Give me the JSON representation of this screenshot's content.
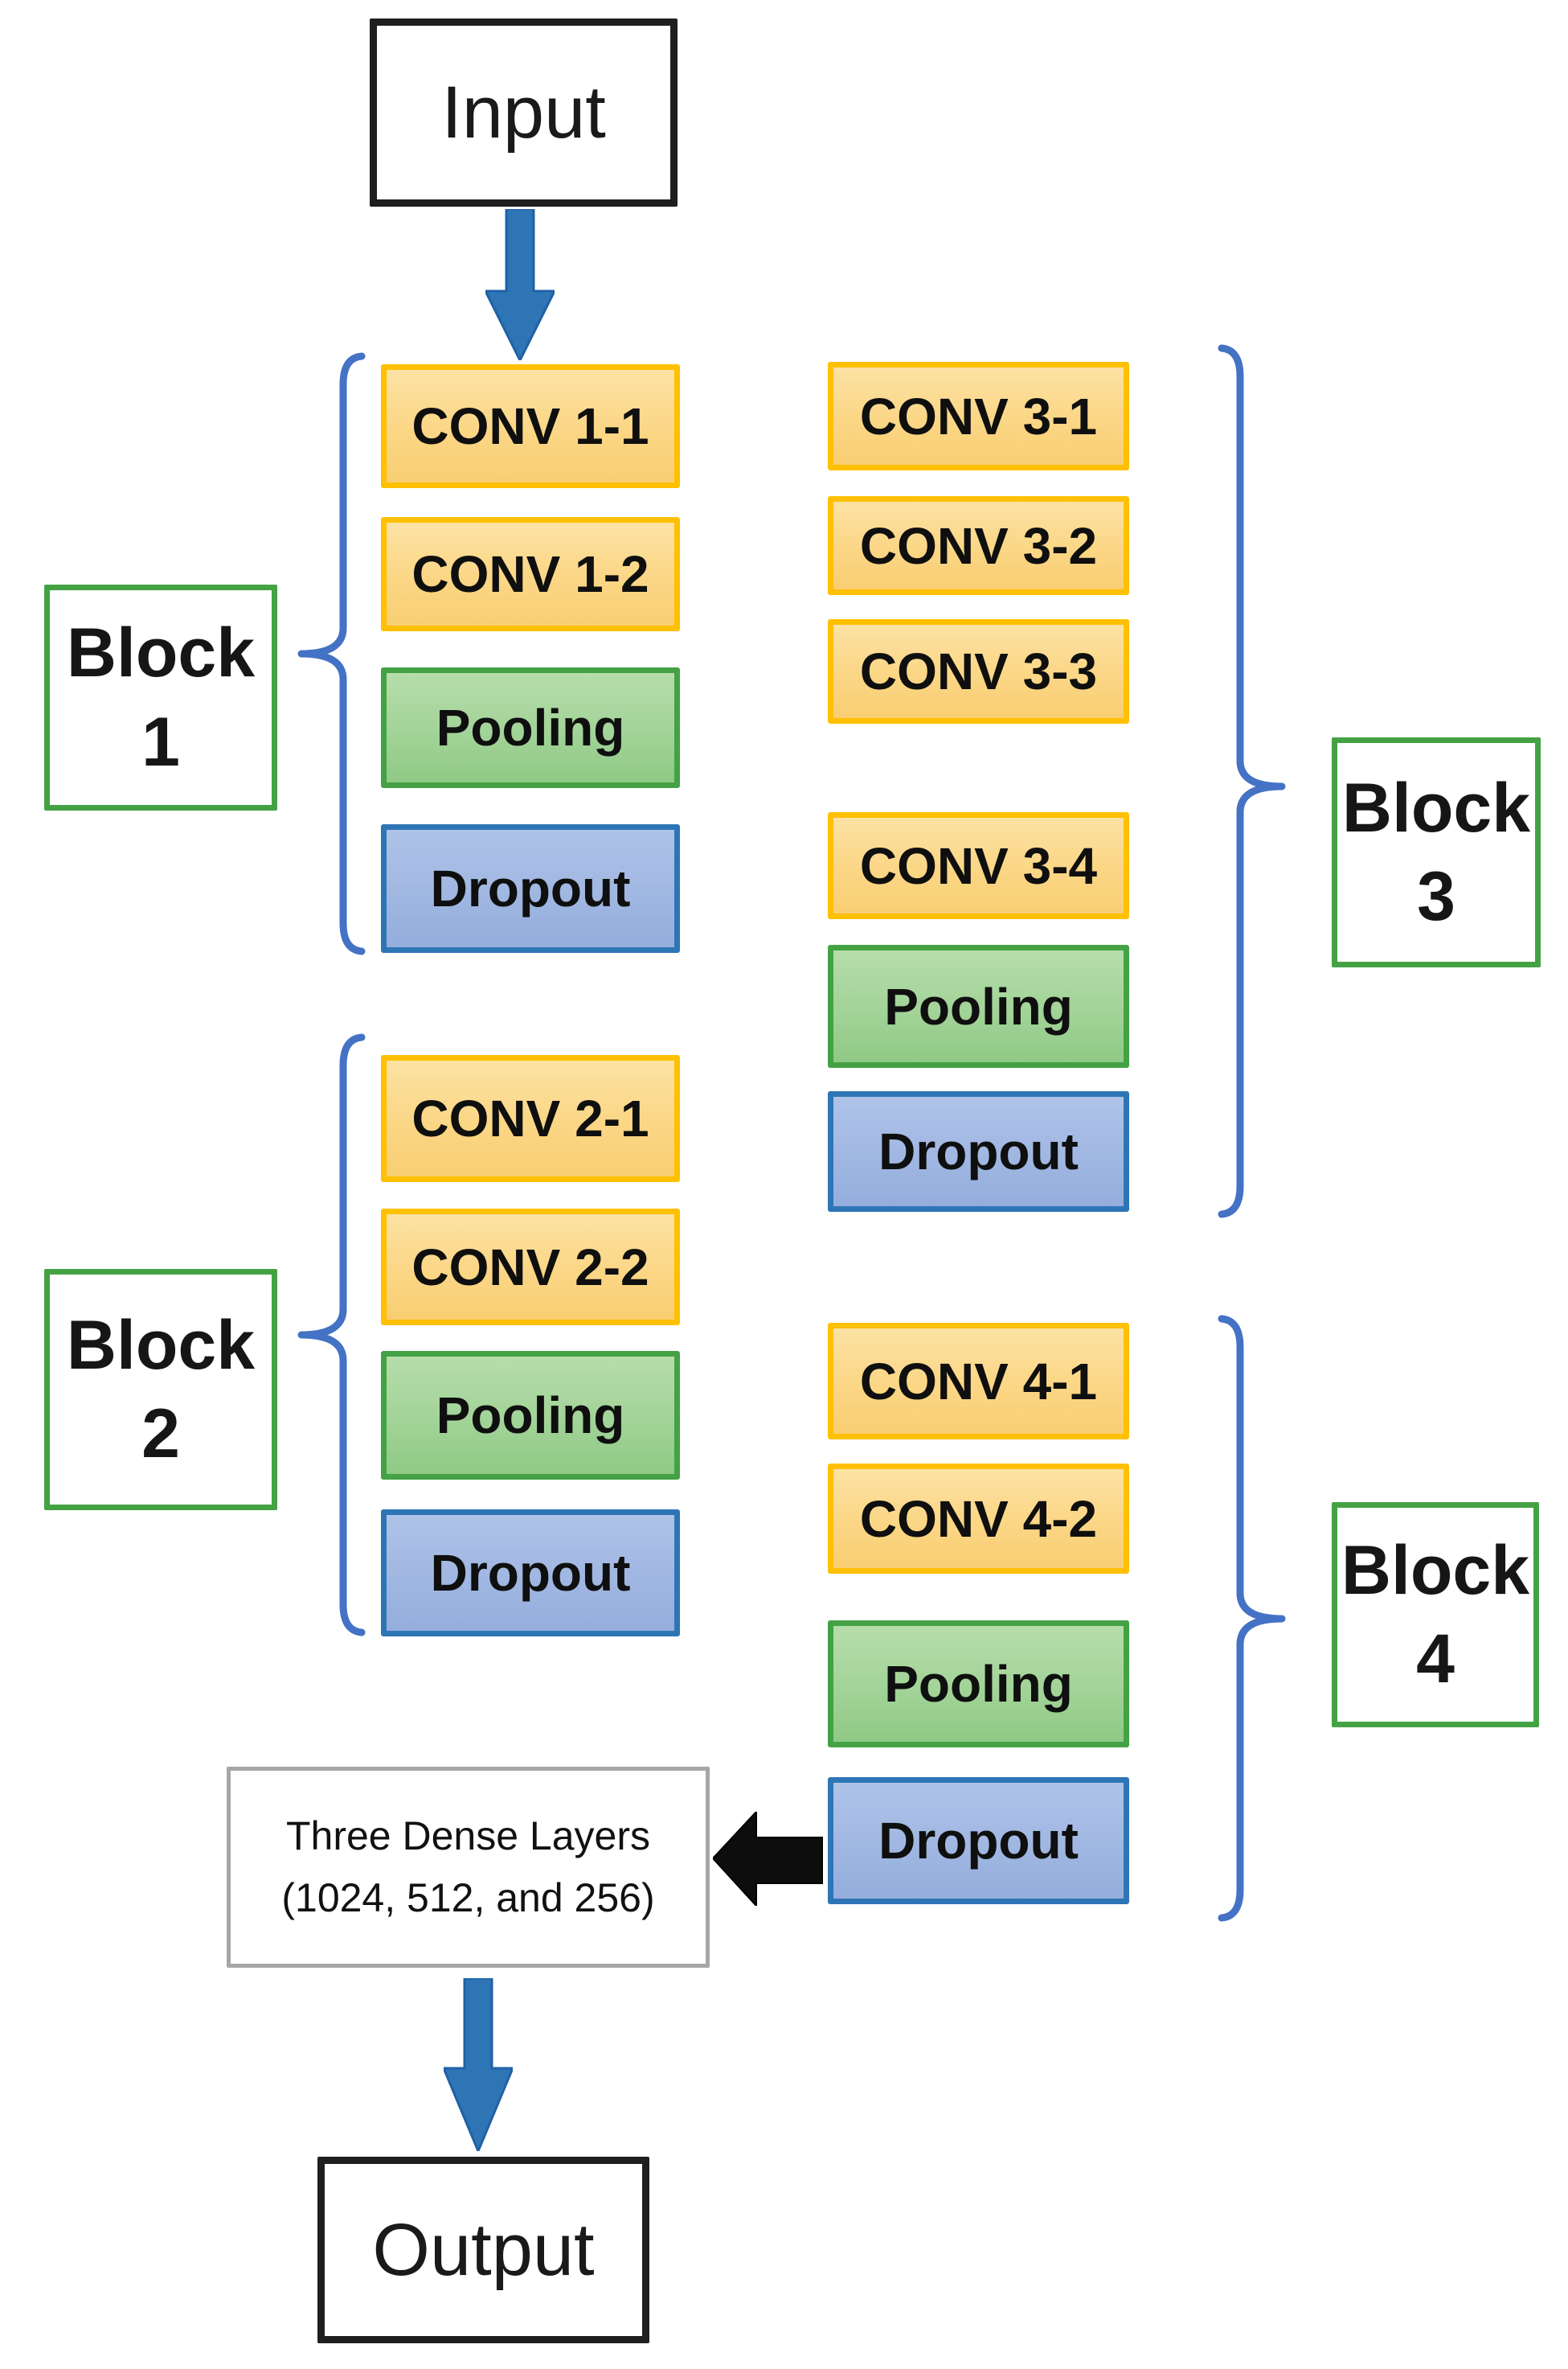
{
  "diagram": {
    "input_label": "Input",
    "output_label": "Output",
    "dense_line1": "Three Dense Layers",
    "dense_line2": "(1024, 512, and 256)",
    "blocks": [
      {
        "name": "Block",
        "number": "1",
        "layers": [
          {
            "label": "CONV 1-1"
          },
          {
            "label": "CONV 1-2"
          },
          {
            "label": "Pooling"
          },
          {
            "label": "Dropout"
          }
        ]
      },
      {
        "name": "Block",
        "number": "2",
        "layers": [
          {
            "label": "CONV 2-1"
          },
          {
            "label": "CONV 2-2"
          },
          {
            "label": "Pooling"
          },
          {
            "label": "Dropout"
          }
        ]
      },
      {
        "name": "Block",
        "number": "3",
        "layers": [
          {
            "label": "CONV 3-1"
          },
          {
            "label": "CONV 3-2"
          },
          {
            "label": "CONV 3-3"
          },
          {
            "label": "CONV 3-4"
          },
          {
            "label": "Pooling"
          },
          {
            "label": "Dropout"
          }
        ]
      },
      {
        "name": "Block",
        "number": "4",
        "layers": [
          {
            "label": "CONV 4-1"
          },
          {
            "label": "CONV 4-2"
          },
          {
            "label": "Pooling"
          },
          {
            "label": "Dropout"
          }
        ]
      }
    ],
    "colors": {
      "conv_fill": "#FBD685",
      "conv_border": "#FFC000",
      "pool_fill": "#A2D398",
      "pool_border": "#44A244",
      "drop_fill": "#A0B7E2",
      "drop_border": "#2E75B6",
      "block_label_border": "#44A244",
      "arrow_blue": "#2E75B6",
      "arrow_black": "#0D0D0D",
      "brace_blue": "#4472C4",
      "io_border": "#1F1F1F",
      "dense_border": "#A6A6A6"
    }
  }
}
